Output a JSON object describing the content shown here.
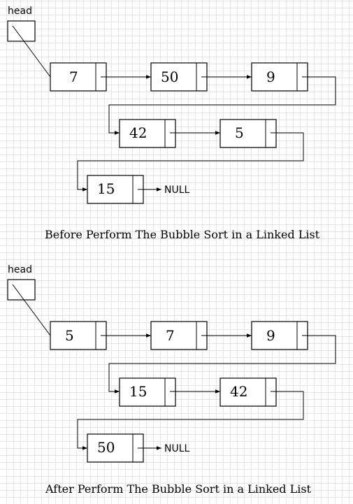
{
  "diagrams": [
    {
      "head_label": "head",
      "values": [
        "7",
        "50",
        "9",
        "42",
        "5",
        "15"
      ],
      "null_label": "NULL",
      "caption": "Before Perform The Bubble Sort in a Linked List"
    },
    {
      "head_label": "head",
      "values": [
        "5",
        "7",
        "9",
        "15",
        "42",
        "50"
      ],
      "null_label": "NULL",
      "caption": "After Perform The Bubble Sort in a Linked List"
    }
  ]
}
